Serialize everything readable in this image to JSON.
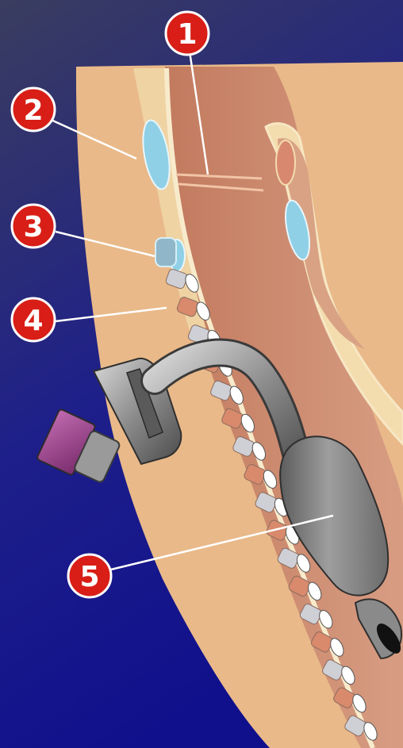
{
  "colors": {
    "bg_top": "#3a3d5f",
    "bg_bottom": "#12128a",
    "skin": "#e9b989",
    "airway": "#c98466",
    "cartilage": "#f3dcae",
    "thyroid": "#8fd0e6",
    "tube": "#8f8f8f",
    "connector_purple": "#a0438f",
    "callout_red": "#d81e16"
  },
  "callouts": [
    {
      "label": "1"
    },
    {
      "label": "2"
    },
    {
      "label": "3"
    },
    {
      "label": "4"
    },
    {
      "label": "5"
    }
  ]
}
